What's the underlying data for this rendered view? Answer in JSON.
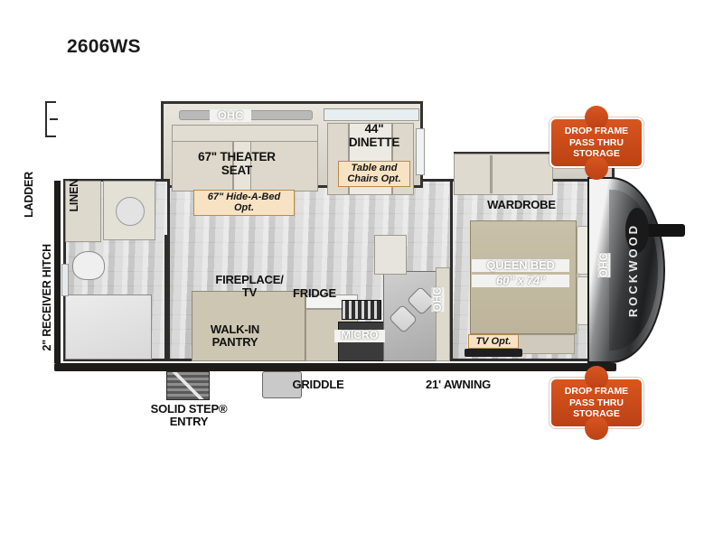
{
  "title": "2606WS",
  "brand": "ROCKWOOD",
  "colors": {
    "badge_orange": "#c6481b",
    "option_box_fill": "#f7e3c4",
    "option_box_border": "#b98b4c",
    "floor": "#cfcfcf",
    "bed": "#c8c0a8",
    "cabinet_cream": "#e2ddd2"
  },
  "exterior": {
    "ladder": "LADDER",
    "receiver_hitch": "2\" RECEIVER HITCH",
    "solid_step_entry": "SOLID STEP®\nENTRY",
    "griddle": "GRIDDLE",
    "awning": "21' AWNING"
  },
  "badges": [
    {
      "id": "drop-frame-pass-thru-storage-top",
      "text": "DROP FRAME\nPASS THRU\nSTORAGE"
    },
    {
      "id": "drop-frame-pass-thru-storage-bottom",
      "text": "DROP FRAME\nPASS THRU\nSTORAGE"
    }
  ],
  "rooms": {
    "linen": "LINEN",
    "ohc_living": "OHC",
    "theater_seat": "67\" THEATER\nSEAT",
    "hide_a_bed_opt": "67\" Hide-A-Bed Opt.",
    "dinette": "44\"\nDINETTE",
    "table_chairs_opt": "Table and\nChairs Opt.",
    "fireplace_tv": "FIREPLACE/\nTV",
    "fridge": "FRIDGE",
    "walk_in_pantry": "WALK-IN\nPANTRY",
    "micro": "MICRO",
    "ohc_kitchen": "OHC",
    "wardrobe": "WARDROBE",
    "queen_bed": "QUEEN BED",
    "queen_bed_size": "60\" x 74\"",
    "ohc_bedroom": "OHC",
    "tv_opt": "TV Opt."
  }
}
